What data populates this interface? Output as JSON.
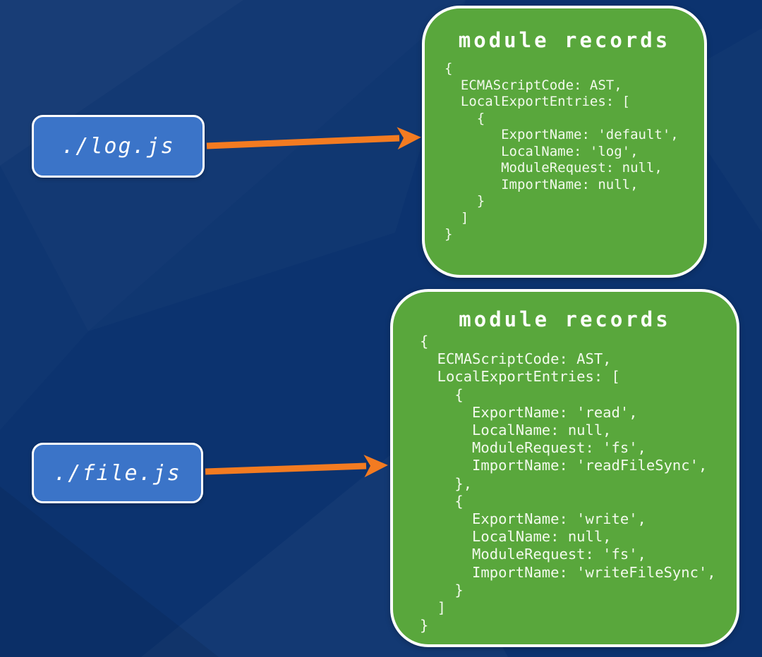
{
  "colors": {
    "background": "#0c336f",
    "facet_highlight": "#1a4a8e",
    "node_fill": "#3b74c8",
    "record_fill": "#59a73c",
    "arrow": "#f37b21",
    "text": "#ffffff"
  },
  "nodes": [
    {
      "id": "log",
      "label": "./log.js"
    },
    {
      "id": "file",
      "label": "./file.js"
    }
  ],
  "arrows": [
    {
      "from": "./log.js",
      "to": "module records (log)"
    },
    {
      "from": "./file.js",
      "to": "module records (file)"
    }
  ],
  "records": [
    {
      "title": "module records",
      "code_lines": [
        "{",
        "  ECMAScriptCode: AST,",
        "  LocalExportEntries: [",
        "    {",
        "       ExportName: 'default',",
        "       LocalName: 'log',",
        "       ModuleRequest: null,",
        "       ImportName: null,",
        "    }",
        "  ]",
        "}"
      ]
    },
    {
      "title": "module records",
      "code_lines": [
        "{",
        "  ECMAScriptCode: AST,",
        "  LocalExportEntries: [",
        "    {",
        "      ExportName: 'read',",
        "      LocalName: null,",
        "      ModuleRequest: 'fs',",
        "      ImportName: 'readFileSync',",
        "    },",
        "    {",
        "      ExportName: 'write',",
        "      LocalName: null,",
        "      ModuleRequest: 'fs',",
        "      ImportName: 'writeFileSync',",
        "    }",
        "  ]",
        "}"
      ]
    }
  ]
}
